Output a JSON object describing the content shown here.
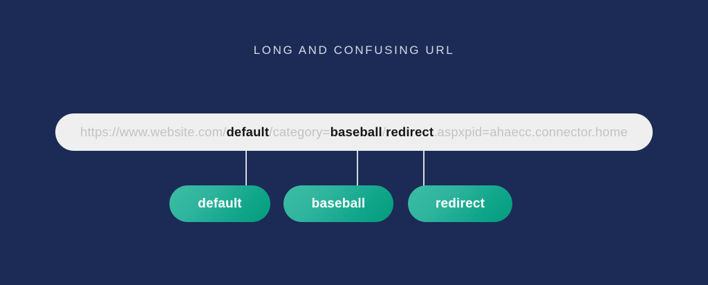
{
  "background_color": "#1c2b55",
  "header": {
    "title": "LONG AND CONFUSING URL",
    "title_color": "#d6dae6"
  },
  "url_bar": {
    "background_color": "#efeff0",
    "muted_color": "#c3c3c4",
    "highlight_color": "#151515",
    "full_url": "https://www.website.com/default/category=baseball/redirect.aspxpid=ahaecc.connector.home",
    "segments": [
      {
        "text": "https://www.website.com/",
        "highlighted": false
      },
      {
        "text": "default",
        "highlighted": true
      },
      {
        "text": "/category=",
        "highlighted": false
      },
      {
        "text": "baseball",
        "highlighted": true
      },
      {
        "text": "/",
        "highlighted": false
      },
      {
        "text": "redirect",
        "highlighted": true
      },
      {
        "text": ".aspxpid=ahaecc.connector.home",
        "highlighted": false
      }
    ]
  },
  "connectors": {
    "color": "#d8dbe4",
    "count": 3
  },
  "pills": {
    "gradient_from": "#3dbda4",
    "gradient_to": "#009c7c",
    "label_color": "#ffffff",
    "items": [
      {
        "label": "default"
      },
      {
        "label": "baseball"
      },
      {
        "label": "redirect"
      }
    ]
  }
}
